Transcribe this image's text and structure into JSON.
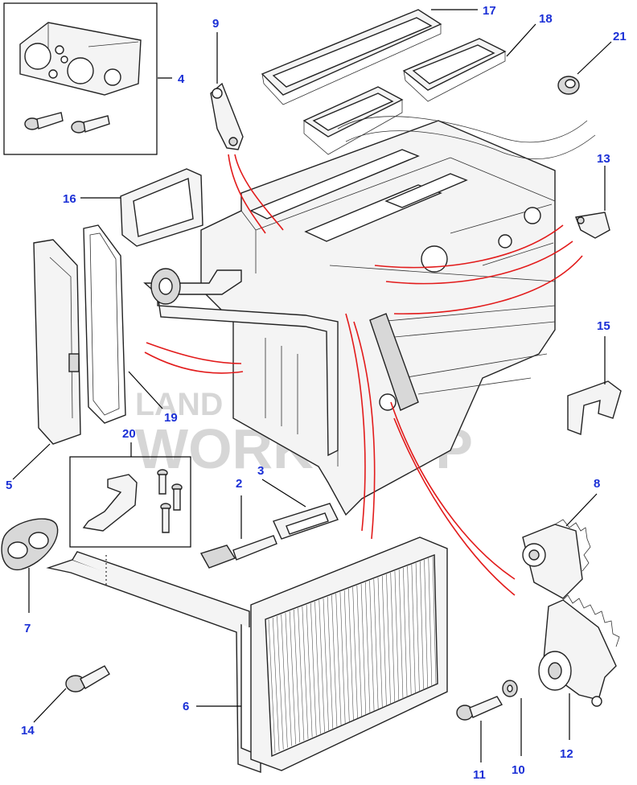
{
  "watermark": {
    "line1": "LAND ROVER",
    "line2": "WORKSHOP"
  },
  "callouts": [
    {
      "id": "c2",
      "label": "2"
    },
    {
      "id": "c3",
      "label": "3"
    },
    {
      "id": "c4",
      "label": "4"
    },
    {
      "id": "c5",
      "label": "5"
    },
    {
      "id": "c6",
      "label": "6"
    },
    {
      "id": "c7",
      "label": "7"
    },
    {
      "id": "c8",
      "label": "8"
    },
    {
      "id": "c9",
      "label": "9"
    },
    {
      "id": "c10",
      "label": "10"
    },
    {
      "id": "c11",
      "label": "11"
    },
    {
      "id": "c12",
      "label": "12"
    },
    {
      "id": "c13",
      "label": "13"
    },
    {
      "id": "c14",
      "label": "14"
    },
    {
      "id": "c15",
      "label": "15"
    },
    {
      "id": "c16",
      "label": "16"
    },
    {
      "id": "c17",
      "label": "17"
    },
    {
      "id": "c18",
      "label": "18"
    },
    {
      "id": "c19",
      "label": "19"
    },
    {
      "id": "c20",
      "label": "20"
    },
    {
      "id": "c21",
      "label": "21"
    }
  ]
}
